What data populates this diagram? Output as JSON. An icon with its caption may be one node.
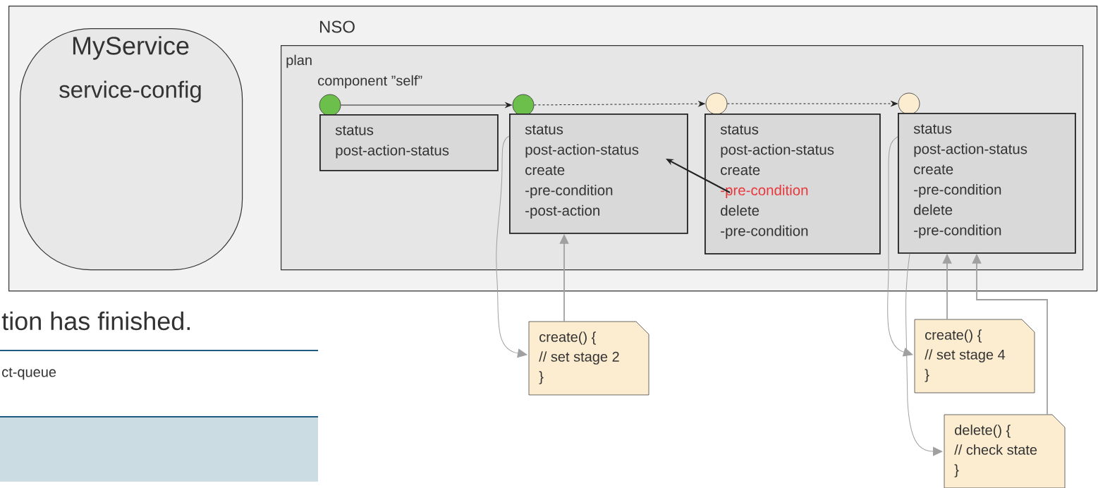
{
  "diagram": {
    "nodes": [
      {
        "text": [
          "NSO"
        ]
      },
      {
        "text": [
          "MyService",
          "service-config"
        ],
        "in": 0
      },
      {
        "text": [
          "plan",
          "component ”self”"
        ],
        "in": 0
      },
      {
        "text": [],
        "shape": "circle",
        "in": 2
      },
      {
        "text": [],
        "shape": "circle",
        "in": 2
      },
      {
        "text": [],
        "shape": "circle",
        "in": 2
      },
      {
        "text": [],
        "shape": "circle",
        "in": 2
      },
      {
        "text": [
          "status",
          "post-action-status"
        ],
        "in": 2
      },
      {
        "text": [
          "status",
          "post-action-status",
          "create",
          "-pre-condition",
          "-post-action"
        ],
        "in": 2
      },
      {
        "text": [
          "status",
          "post-action-status",
          "create",
          "-pre-condition",
          "delete",
          "-pre-condition"
        ],
        "in": 2
      },
      {
        "text": [
          "status",
          "post-action-status",
          "create",
          "-pre-condition",
          "delete",
          "-pre-condition"
        ],
        "in": 2
      },
      {
        "text": [
          "create() {",
          "// set stage 2",
          "}"
        ]
      },
      {
        "text": [
          "create() {",
          "// set stage 4",
          "}"
        ]
      },
      {
        "text": [
          "delete() {",
          "// check state",
          "}"
        ]
      }
    ],
    "edges": [
      {
        "from": 3,
        "to": 4,
        "arrow": "to",
        "color": "#222222"
      },
      {
        "from": 4,
        "to": 5,
        "arrow": "to",
        "style": "dashed",
        "color": "#222222"
      },
      {
        "from": 5,
        "to": 6,
        "arrow": "to",
        "style": "dashed",
        "color": "#222222"
      },
      {
        "from": 9,
        "to": 8,
        "arrow": "to",
        "color": "#222222"
      },
      {
        "from": 8,
        "to": 11,
        "arrow": "to"
      },
      {
        "from": 10,
        "to": 12,
        "arrow": "to"
      },
      {
        "from": 10,
        "to": 13,
        "arrow": "to"
      },
      {
        "from": 11,
        "to": 8,
        "arrow": "to"
      },
      {
        "from": 12,
        "to": 10,
        "arrow": "to"
      },
      {
        "from": 13,
        "to": 10,
        "arrow": "to"
      }
    ],
    "labels": [
      "tion has finished.",
      "ct-queue"
    ]
  }
}
